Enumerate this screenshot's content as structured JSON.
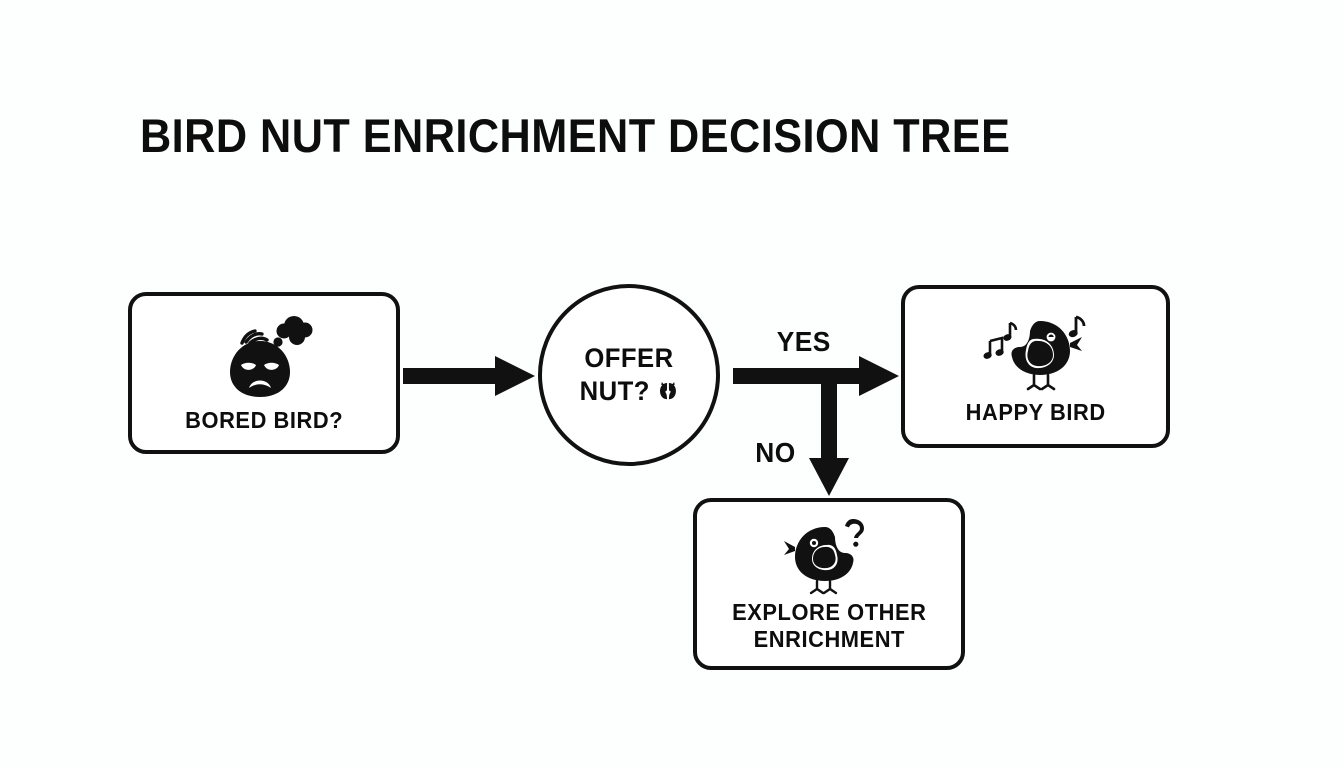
{
  "page": {
    "title": "BIRD NUT ENRICHMENT DECISION TREE",
    "background_color": "#fdfefe",
    "ink_color": "#111111"
  },
  "diagram": {
    "type": "decision-tree",
    "nodes": [
      {
        "id": "bored-bird",
        "shape": "rounded-rect",
        "label": "BORED BIRD?",
        "icon": "bored-bird-thought-bubble-icon"
      },
      {
        "id": "offer-nut",
        "shape": "circle",
        "label_line1": "OFFER",
        "label_line2": "NUT?",
        "icon": "nut-icon"
      },
      {
        "id": "happy-bird",
        "shape": "rounded-rect",
        "label": "HAPPY BIRD",
        "icon": "singing-bird-music-notes-icon"
      },
      {
        "id": "explore-other",
        "shape": "rounded-rect",
        "label": "EXPLORE OTHER\nENRICHMENT",
        "icon": "curious-bird-question-mark-icon"
      }
    ],
    "edges": [
      {
        "id": "bored-to-decision",
        "from": "bored-bird",
        "to": "offer-nut",
        "label": "",
        "direction": "right"
      },
      {
        "id": "yes-branch",
        "from": "offer-nut",
        "to": "happy-bird",
        "label": "YES",
        "direction": "right"
      },
      {
        "id": "no-branch",
        "from": "offer-nut",
        "to": "explore-other",
        "label": "NO",
        "direction": "down"
      }
    ]
  }
}
